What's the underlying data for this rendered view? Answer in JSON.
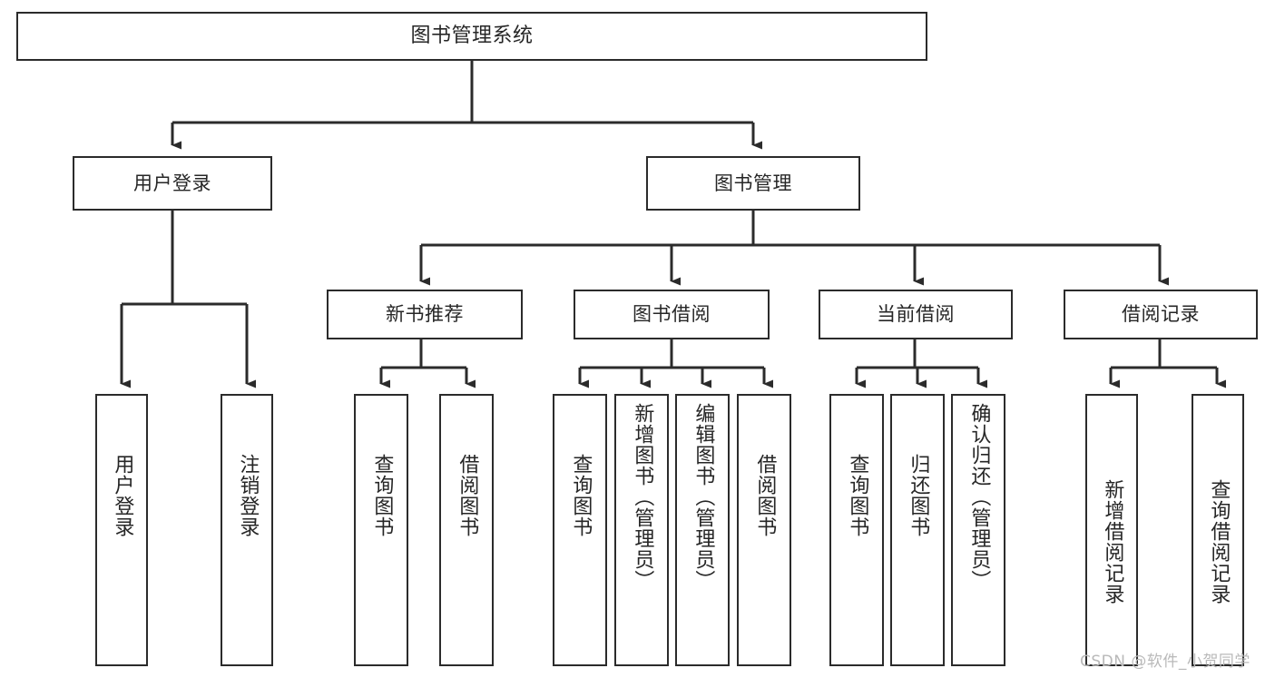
{
  "diagram": {
    "title": "图书管理系统",
    "type": "hierarchy-tree",
    "watermark": "CSDN @软件_小贺同学",
    "colors": {
      "node_border": "#2b2b2b",
      "node_fill": "#ffffff",
      "connector": "#2b2b2b",
      "text": "#262626",
      "watermark": "#b9b9b9",
      "background": "#ffffff"
    },
    "levels": {
      "root": "图书管理系统",
      "level2": [
        "用户登录",
        "图书管理"
      ],
      "level3": [
        "新书推荐",
        "图书借阅",
        "当前借阅",
        "借阅记录"
      ]
    },
    "nodes": {
      "root": {
        "label": "图书管理系统"
      },
      "user_login": {
        "label": "用户登录"
      },
      "book_manage": {
        "label": "图书管理"
      },
      "new_book_rec": {
        "label": "新书推荐"
      },
      "book_borrow": {
        "label": "图书借阅"
      },
      "current_borrow": {
        "label": "当前借阅"
      },
      "borrow_record": {
        "label": "借阅记录"
      },
      "leaf_user_login": {
        "label": "用户登录"
      },
      "leaf_user_logout": {
        "label": "注销登录"
      },
      "leaf_rec_query": {
        "label": "查询图书"
      },
      "leaf_rec_borrow": {
        "label": "借阅图书"
      },
      "leaf_borrow_query": {
        "label": "查询图书"
      },
      "leaf_borrow_add": {
        "label": "新增图书（管理员）"
      },
      "leaf_borrow_edit": {
        "label": "编辑图书（管理员）"
      },
      "leaf_borrow_lend": {
        "label": "借阅图书"
      },
      "leaf_cur_query": {
        "label": "查询图书"
      },
      "leaf_cur_return": {
        "label": "归还图书"
      },
      "leaf_cur_confirm": {
        "label": "确认归还（管理员）"
      },
      "leaf_rec_add": {
        "label": "新增借阅记录"
      },
      "leaf_rec_query_record": {
        "label": "查询借阅记录"
      }
    },
    "edges": [
      {
        "from": "root",
        "to": "user_login"
      },
      {
        "from": "root",
        "to": "book_manage"
      },
      {
        "from": "user_login",
        "to": "leaf_user_login"
      },
      {
        "from": "user_login",
        "to": "leaf_user_logout"
      },
      {
        "from": "book_manage",
        "to": "new_book_rec"
      },
      {
        "from": "book_manage",
        "to": "book_borrow"
      },
      {
        "from": "book_manage",
        "to": "current_borrow"
      },
      {
        "from": "book_manage",
        "to": "borrow_record"
      },
      {
        "from": "new_book_rec",
        "to": "leaf_rec_query"
      },
      {
        "from": "new_book_rec",
        "to": "leaf_rec_borrow"
      },
      {
        "from": "book_borrow",
        "to": "leaf_borrow_query"
      },
      {
        "from": "book_borrow",
        "to": "leaf_borrow_add"
      },
      {
        "from": "book_borrow",
        "to": "leaf_borrow_edit"
      },
      {
        "from": "book_borrow",
        "to": "leaf_borrow_lend"
      },
      {
        "from": "current_borrow",
        "to": "leaf_cur_query"
      },
      {
        "from": "current_borrow",
        "to": "leaf_cur_return"
      },
      {
        "from": "current_borrow",
        "to": "leaf_cur_confirm"
      },
      {
        "from": "borrow_record",
        "to": "leaf_rec_add"
      },
      {
        "from": "borrow_record",
        "to": "leaf_rec_query_record"
      }
    ]
  }
}
